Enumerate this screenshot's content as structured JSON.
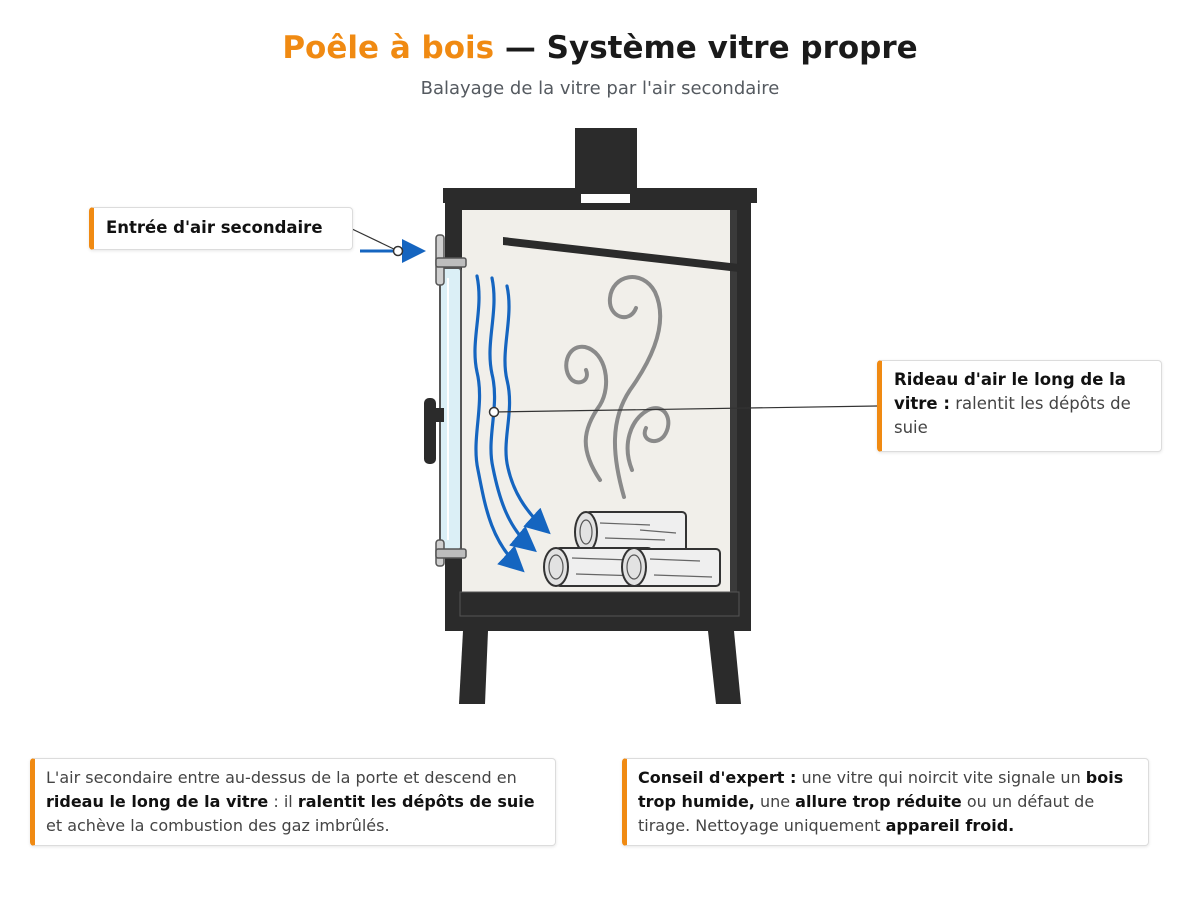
{
  "header": {
    "title_accent": "Poêle à bois",
    "title_rest": " — Système vitre propre",
    "subtitle": "Balayage de la vitre par l'air secondaire"
  },
  "callouts": {
    "inlet": {
      "label": "Entrée d'air secondaire"
    },
    "curtain": {
      "label_bold": "Rideau d'air le long de la vitre :",
      "label_rest": " ralentit les dépôts de suie"
    }
  },
  "notes": {
    "left": {
      "t1": "L'air secondaire entre au-dessus de la porte et descend en ",
      "b1": "rideau le long de la vitre",
      "t2": " : il ",
      "b2": "ralentit les dépôts de suie",
      "t3": " et achève la combustion des gaz imbrûlés."
    },
    "right": {
      "b1": "Conseil d'expert :",
      "t1": " une vitre qui noircit vite signale un ",
      "b2": "bois trop humide,",
      "t2": " une ",
      "b3": "allure trop réduite",
      "t3": " ou un défaut de tirage. Nettoyage uniquement ",
      "b4": "appareil froid."
    }
  },
  "colors": {
    "accent": "#f08a12",
    "airflow": "#1565c0",
    "stove": "#2b2b2b",
    "smoke": "#8a8a8a"
  }
}
